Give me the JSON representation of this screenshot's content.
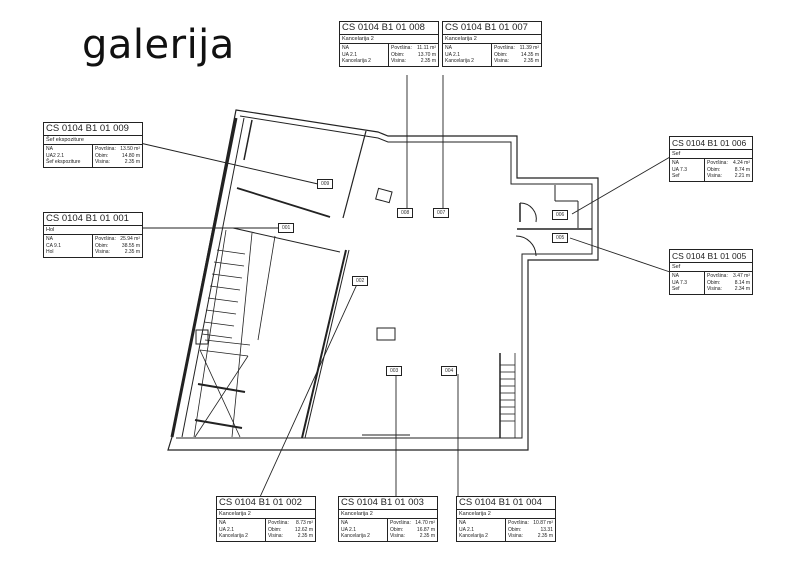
{
  "title": "galerija",
  "labels_common": {
    "povrsina": "Površina:",
    "obim": "Obim:",
    "visina": "Visina:"
  },
  "rooms": [
    {
      "code": "CS 0104 B1 01 008",
      "name": "Kancelarija 2",
      "l1": "NA",
      "l2": "UA 2.1",
      "l3": "Kancelarija 2",
      "area": "11.11 m²",
      "perimeter": "13.70 m",
      "height": "2.35 m",
      "tag": "008"
    },
    {
      "code": "CS 0104 B1 01 007",
      "name": "Kancelarija 2",
      "l1": "NA",
      "l2": "UA 2.1",
      "l3": "Kancelarija 2",
      "area": "11.39 m²",
      "perimeter": "14.35 m",
      "height": "2.35 m",
      "tag": "007"
    },
    {
      "code": "CS 0104 B1 01 009",
      "name": "Šef ekspoziture",
      "l1": "NA",
      "l2": "UA2 2.1",
      "l3": "Šef ekspoziture",
      "area": "13.50 m²",
      "perimeter": "14.80 m",
      "height": "2.35 m",
      "tag": "009"
    },
    {
      "code": "CS 0104 B1 01 001",
      "name": "Hol",
      "l1": "NA",
      "l2": "CA 9.1",
      "l3": "Hol",
      "area": "25.94 m²",
      "perimeter": "38.55 m",
      "height": "2.35 m",
      "tag": "001"
    },
    {
      "code": "CS 0104 B1 01 006",
      "name": "Sef",
      "l1": "NA",
      "l2": "UA 7.3",
      "l3": "Sef",
      "area": "4.24 m²",
      "perimeter": "8.74 m",
      "height": "2.21 m",
      "tag": "006"
    },
    {
      "code": "CS 0104 B1 01 005",
      "name": "Sef",
      "l1": "NA",
      "l2": "UA 7.3",
      "l3": "Sef",
      "area": "3.47 m²",
      "perimeter": "8.14 m",
      "height": "2.34 m",
      "tag": "005"
    },
    {
      "code": "CS 0104 B1 01 002",
      "name": "Kancelarija 2",
      "l1": "NA",
      "l2": "UA 2.1",
      "l3": "Kancelarija 2",
      "area": "8.73 m²",
      "perimeter": "12.62 m",
      "height": "2.35 m",
      "tag": "002"
    },
    {
      "code": "CS 0104 B1 01 003",
      "name": "Kancelarija 2",
      "l1": "NA",
      "l2": "UA 2.1",
      "l3": "Kancelarija 2",
      "area": "14.70 m²",
      "perimeter": "16.87 m",
      "height": "2.35 m",
      "tag": "003"
    },
    {
      "code": "CS 0104 B1 01 004",
      "name": "Kancelarija 2",
      "l1": "NA",
      "l2": "UA 2.1",
      "l3": "Kancelarija 2",
      "area": "10.87 m²",
      "perimeter": "13.31",
      "height": "2.35 m",
      "tag": "004"
    }
  ]
}
